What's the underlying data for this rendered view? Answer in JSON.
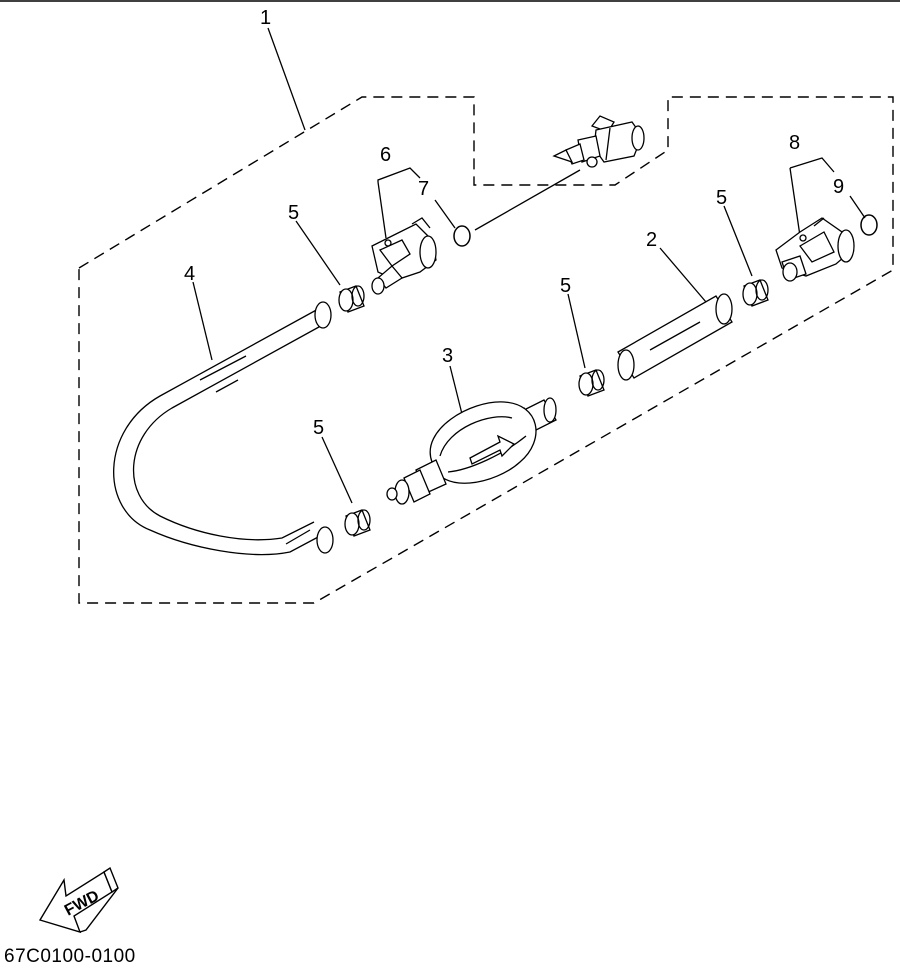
{
  "callouts": {
    "c1": "1",
    "c2": "2",
    "c3": "3",
    "c4": "4",
    "c5a": "5",
    "c5b": "5",
    "c5c": "5",
    "c5d": "5",
    "c6": "6",
    "c7": "7",
    "c8": "8",
    "c9": "9"
  },
  "fwd_label": "FWD",
  "diagram_code": "67C0100-0100"
}
